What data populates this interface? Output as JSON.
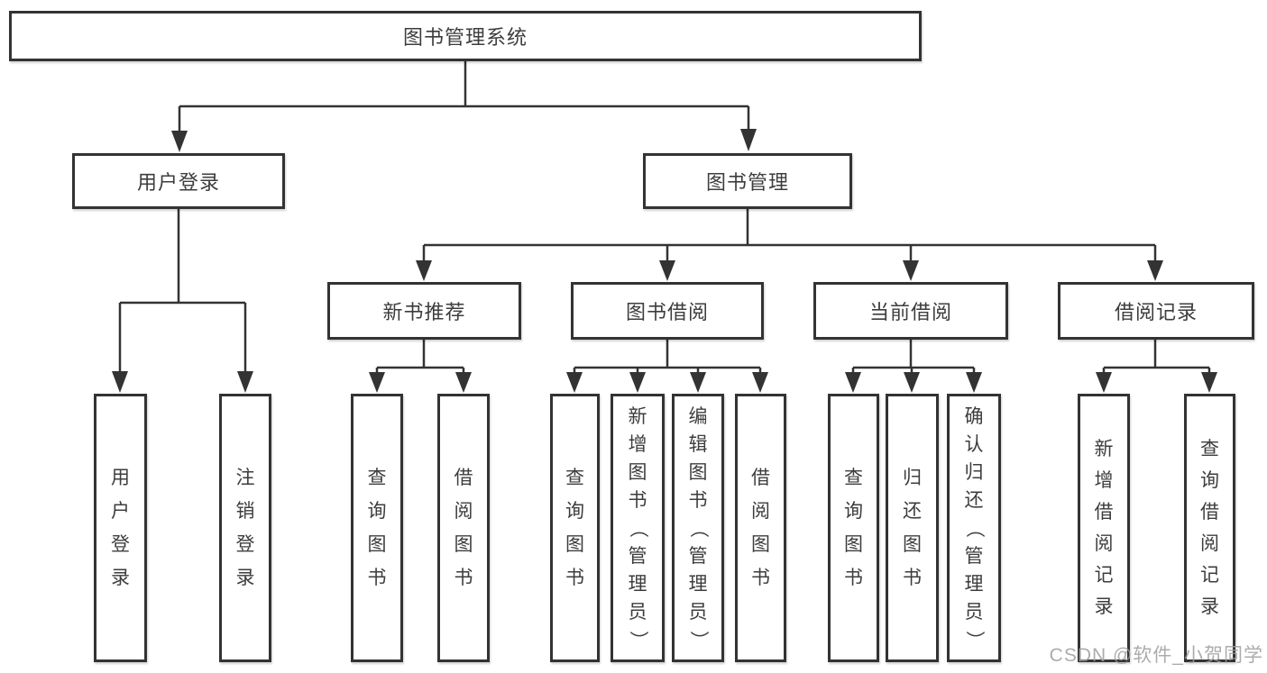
{
  "diagram": {
    "root": {
      "label": "图书管理系统"
    },
    "level2": [
      {
        "label": "用户登录"
      },
      {
        "label": "图书管理"
      }
    ],
    "level3": [
      {
        "label": "新书推荐"
      },
      {
        "label": "图书借阅"
      },
      {
        "label": "当前借阅"
      },
      {
        "label": "借阅记录"
      }
    ],
    "leaves": {
      "user_login": [
        "用户登录",
        "注销登录"
      ],
      "new_book_recommend": [
        "查询图书",
        "借阅图书"
      ],
      "book_borrowing": [
        "查询图书",
        "新增图书（管理员）",
        "编辑图书（管理员）",
        "借阅图书"
      ],
      "current_borrowing": [
        "查询图书",
        "归还图书",
        "确认归还（管理员）"
      ],
      "borrowing_records": [
        "新增借阅记录",
        "查询借阅记录"
      ]
    },
    "watermark": "CSDN @软件_小贺同学",
    "colors": {
      "line": "#333333",
      "border": "#333333",
      "text": "#3d3d3d",
      "watermark": "#9e9e9e",
      "background": "#ffffff"
    }
  }
}
